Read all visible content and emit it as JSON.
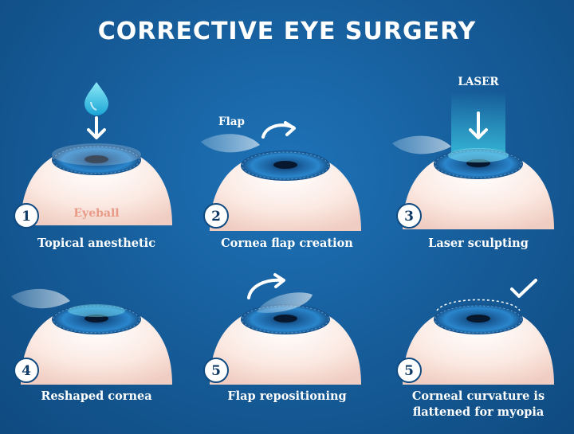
{
  "title": "CORRECTIVE EYE SURGERY",
  "labels": {
    "eyeball": "Eyeball",
    "flap": "Flap",
    "laser": "LASER"
  },
  "steps": [
    {
      "number": "1",
      "caption": "Topical anesthetic"
    },
    {
      "number": "2",
      "caption": "Cornea flap creation"
    },
    {
      "number": "3",
      "caption": "Laser sculpting"
    },
    {
      "number": "4",
      "caption": "Reshaped cornea"
    },
    {
      "number": "5",
      "caption": "Flap repositioning"
    },
    {
      "number": "5",
      "caption_line1": "Corneal curvature is",
      "caption_line2": "flattened for myopia"
    }
  ],
  "colors": {
    "background": "#175f9d",
    "eyeball": "#fbe9e2",
    "iris": "#1f7fc4",
    "laser": "#3fd0e8",
    "eyeball_label": "#e89a86"
  }
}
